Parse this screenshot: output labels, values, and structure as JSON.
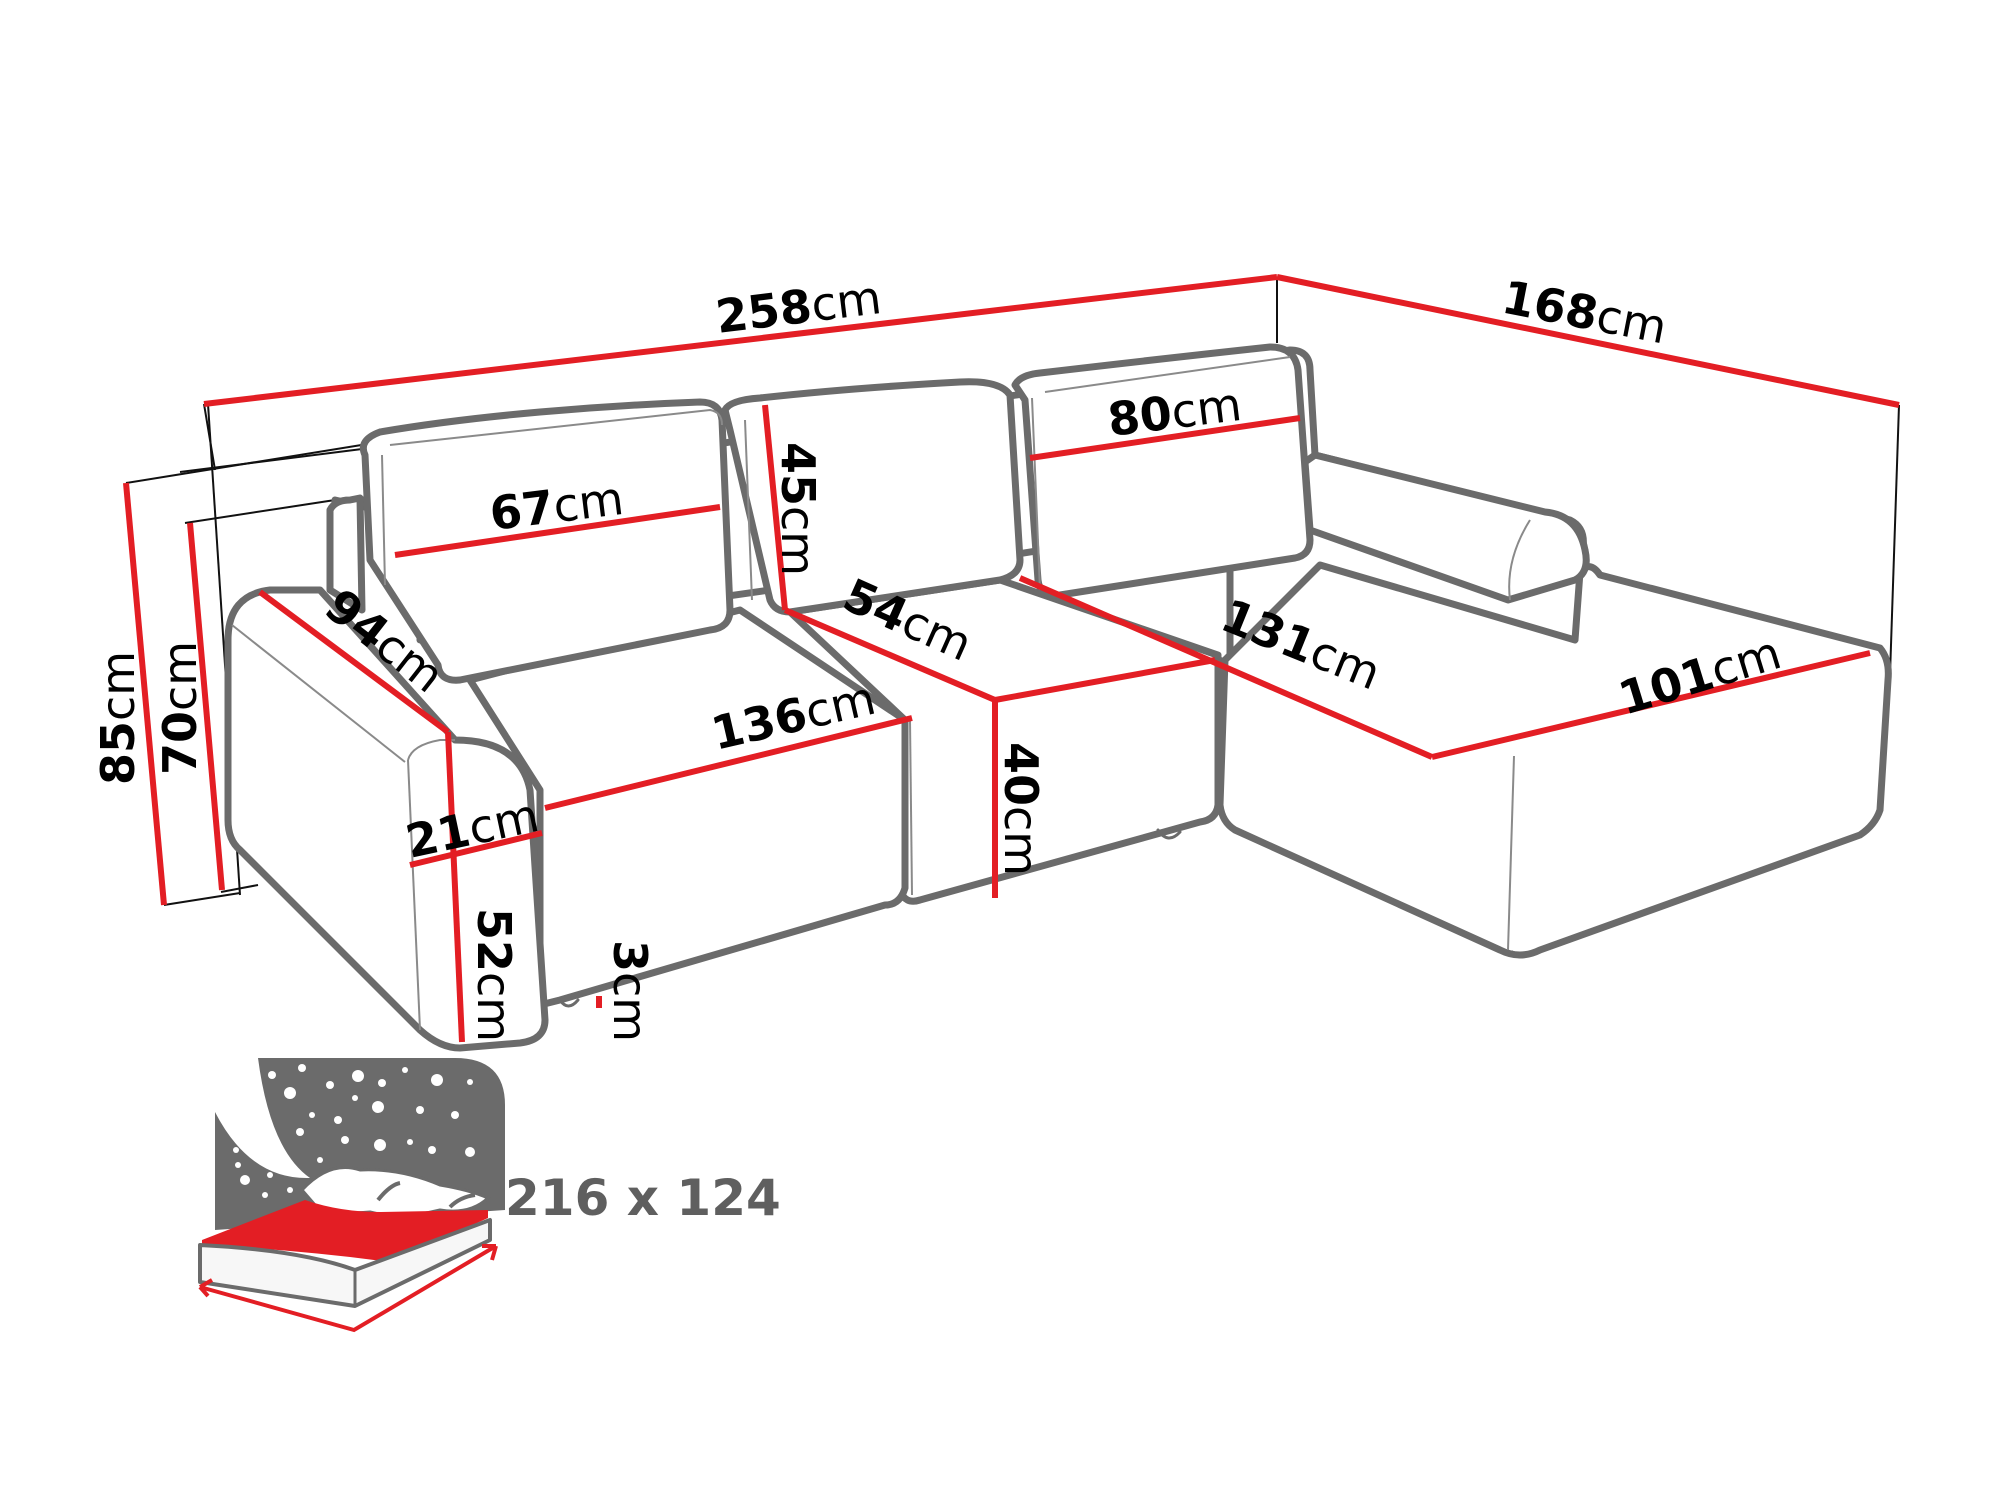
{
  "diagram": {
    "title": "Corner sofa dimensions",
    "colors": {
      "dimension_line": "#e31e24",
      "outline": "#6b6b6b",
      "text": "#000000",
      "icon_grey": "#6b6b6b",
      "bed_sheet": "#e31e24"
    },
    "unit": "cm",
    "dimensions": {
      "total_width": {
        "value": "258",
        "unit": "cm"
      },
      "chaise_depth": {
        "value": "168",
        "unit": "cm"
      },
      "backrest_cushion_left_width": {
        "value": "67",
        "unit": "cm"
      },
      "backrest_cushion_right_width": {
        "value": "80",
        "unit": "cm"
      },
      "backrest_cushion_height": {
        "value": "45",
        "unit": "cm"
      },
      "seat_depth": {
        "value": "54",
        "unit": "cm"
      },
      "seat_width": {
        "value": "136",
        "unit": "cm"
      },
      "chaise_length": {
        "value": "131",
        "unit": "cm"
      },
      "chaise_width": {
        "value": "101",
        "unit": "cm"
      },
      "seat_height": {
        "value": "40",
        "unit": "cm"
      },
      "armrest_depth": {
        "value": "94",
        "unit": "cm"
      },
      "armrest_width": {
        "value": "21",
        "unit": "cm"
      },
      "armrest_height": {
        "value": "52",
        "unit": "cm"
      },
      "leg_height": {
        "value": "3",
        "unit": "cm"
      },
      "total_height": {
        "value": "85",
        "unit": "cm"
      },
      "back_height": {
        "value": "70",
        "unit": "cm"
      }
    },
    "sleeping_area": {
      "icon": "bed-night-icon",
      "label": "216 x 124"
    }
  }
}
